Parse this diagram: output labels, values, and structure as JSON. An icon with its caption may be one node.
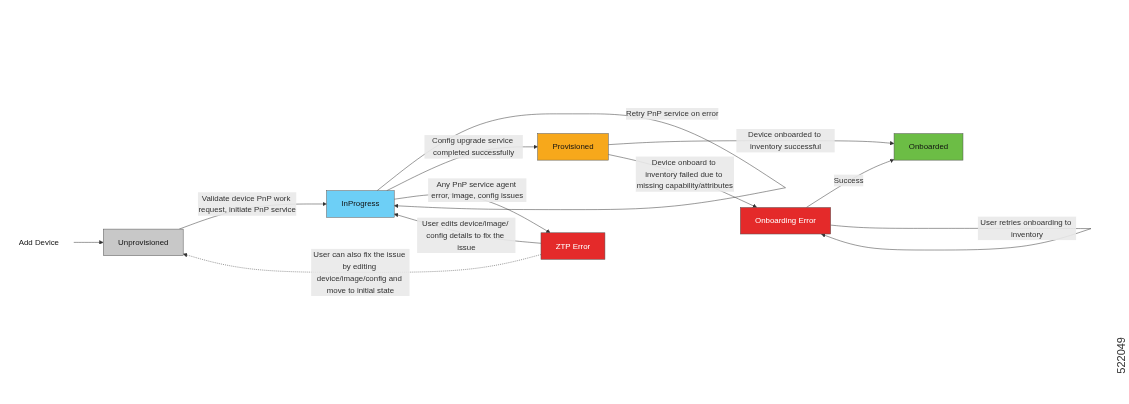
{
  "diagram": {
    "nodes": [
      {
        "text": [
          "Add Device"
        ]
      },
      {
        "text": [
          "Unprovisioned"
        ]
      },
      {
        "text": [
          "InProgress"
        ]
      },
      {
        "text": [
          "Provisioned"
        ]
      },
      {
        "text": [
          "Onboarded"
        ]
      },
      {
        "text": [
          "ZTP Error"
        ]
      },
      {
        "text": [
          "Onboarding Error"
        ]
      }
    ],
    "edges": [
      {
        "from": 0,
        "to": 1,
        "arrow": "to"
      },
      {
        "from": 1,
        "to": 2,
        "arrow": "to",
        "label": "Validate device PnP work request, initiate PnP service"
      },
      {
        "from": 2,
        "to": 2,
        "arrow": "to",
        "label": "Retry PnP service on error"
      },
      {
        "from": 2,
        "to": 3,
        "arrow": "to",
        "label": "Config upgrade service completed successfully"
      },
      {
        "from": 3,
        "to": 4,
        "arrow": "to",
        "label": "Device onboarded to inventory successful"
      },
      {
        "from": 2,
        "to": 5,
        "arrow": "to",
        "label": "Any PnP service agent error, image, config issues"
      },
      {
        "from": 5,
        "to": 2,
        "arrow": "to",
        "label": "User edits device/image/ config details to fix the issue"
      },
      {
        "from": 5,
        "to": 1,
        "arrow": "to",
        "style": "dashed",
        "label": "User can also fix the issue by editing device/image/config and move to initial state"
      },
      {
        "from": 3,
        "to": 6,
        "arrow": "to",
        "label": "Device onboard to inventory failed due to missing capability/attributes"
      },
      {
        "from": 6,
        "to": 4,
        "arrow": "to",
        "label": "Success"
      },
      {
        "from": 6,
        "to": 6,
        "arrow": "to",
        "label": "User retries onboarding to inventory"
      }
    ],
    "labels": [
      "522049"
    ]
  }
}
